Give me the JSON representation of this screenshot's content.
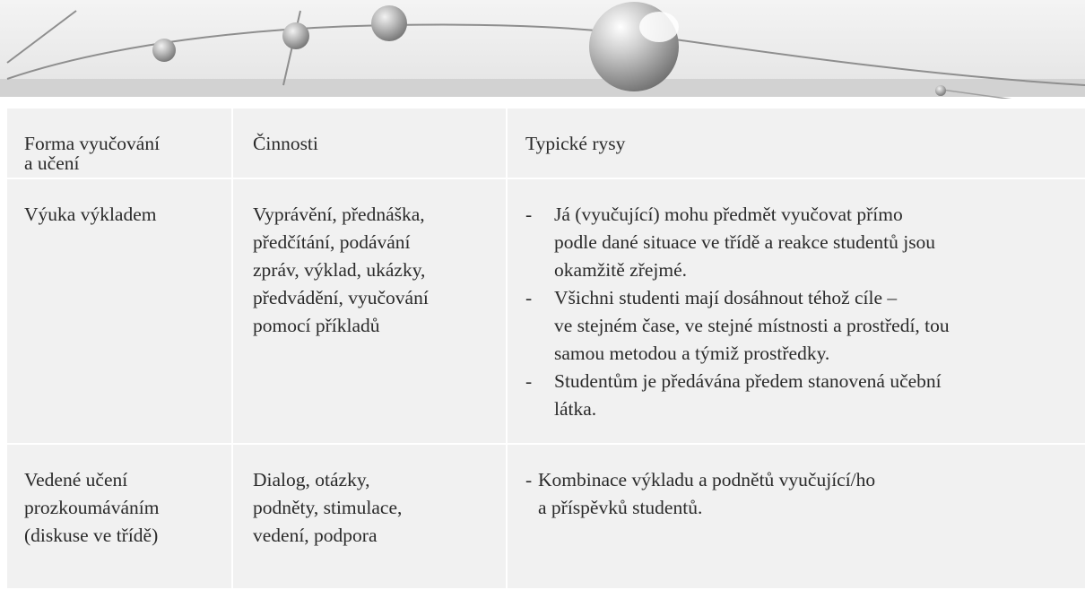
{
  "table": {
    "headers": [
      "Forma vyučování\na učení",
      "Činnosti",
      "Typické rysy"
    ],
    "rows": [
      {
        "forma": "Výuka výkladem",
        "cinnosti": "Vyprávění, přednáška,\npředčítání, podávání\nzpráv, výklad, ukázky,\npředvádění, vyučování\npomocí příkladů",
        "rysy": [
          "Já (vyučující) mohu předmět vyučovat přímo\npodle dané situace ve třídě a reakce studentů jsou\nokamžitě zřejmé.",
          "Všichni studenti mají dosáhnout téhož cíle –\nve stejném čase, ve stejné místnosti a prostředí, tou\nsamou metodou a týmiž prostředky.",
          "Studentům je předávána předem stanovená učební\nlátka."
        ]
      },
      {
        "forma": "Vedené učení\nprozkoumáváním\n(diskuse ve třídě)",
        "cinnosti": "Dialog, otázky,\npodněty, stimulace,\nvedení, podpora",
        "rysy": [
          "Kombinace výkladu a podnětů vyučující/ho\na příspěvků studentů."
        ]
      }
    ]
  },
  "colors": {
    "cell_bg": "#f1f1f1",
    "band": "#d4d4d4",
    "text": "#2a2a2a"
  }
}
